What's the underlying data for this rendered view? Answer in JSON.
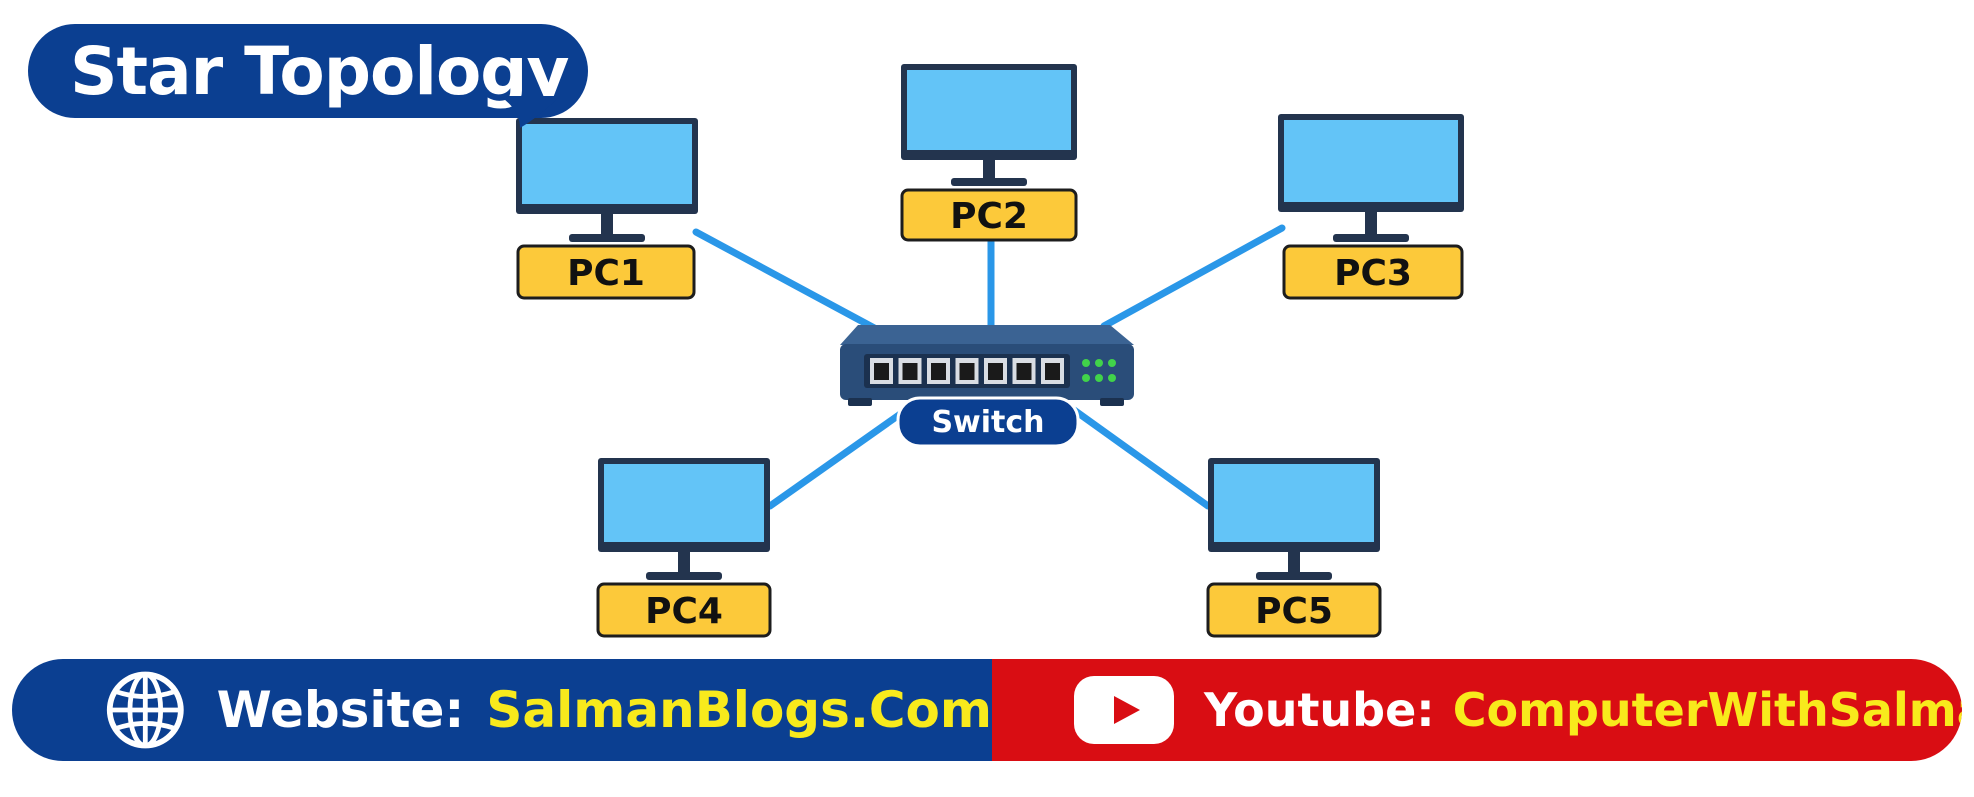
{
  "title": "Star Topology",
  "hub": {
    "label": "Switch",
    "ports": 7,
    "leds": 6
  },
  "nodes": [
    {
      "id": "pc1",
      "label": "PC1"
    },
    {
      "id": "pc2",
      "label": "PC2"
    },
    {
      "id": "pc3",
      "label": "PC3"
    },
    {
      "id": "pc4",
      "label": "PC4"
    },
    {
      "id": "pc5",
      "label": "PC5"
    }
  ],
  "footer": {
    "website_label": "Website:",
    "website_value": "SalmanBlogs.Com",
    "youtube_label": "Youtube:",
    "youtube_value": "ComputerWithSalman",
    "website_icon": "globe-icon",
    "youtube_icon": "youtube-play-icon"
  },
  "colors": {
    "navy": "#0b3f91",
    "red": "#d90d13",
    "yellow_text": "#f8ea1c",
    "screen": "#63c4f7",
    "label_fill": "#fcc93a",
    "cable": "#2a97e8",
    "switch_body": "#2a4d79"
  }
}
